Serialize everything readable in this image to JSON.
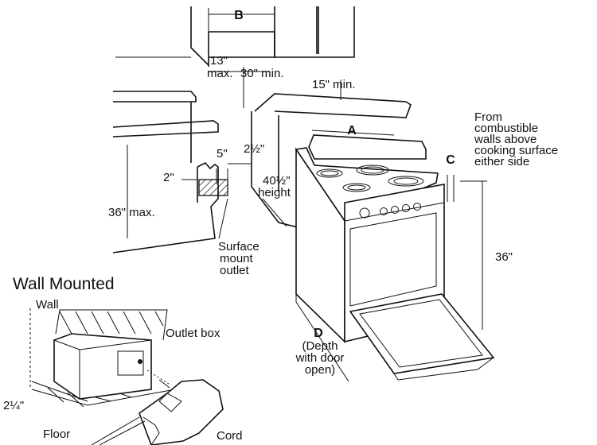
{
  "labels": {
    "dim_b": "B",
    "max13_a": "13\"",
    "max13_b": "max.",
    "min30": "30\" min.",
    "min15": "15\" min.",
    "dim_a": "A",
    "from_1": "From",
    "from_2": "combustible",
    "from_3": "walls above",
    "from_4": "cooking surface",
    "from_5": "either side",
    "dim_c": "C",
    "in5": "5\"",
    "in2_5": "2½\"",
    "in2": "2\"",
    "h40_a": "40½\"",
    "h40_b": "height",
    "max36": "36\" max.",
    "in36": "36\"",
    "outlet_1": "Surface",
    "outlet_2": "mount",
    "outlet_3": "outlet",
    "wall_mounted": "Wall Mounted",
    "wall": "Wall",
    "outlet_box": "Outlet box",
    "dim_d": "D",
    "depth_1": "(Depth",
    "depth_2": "with door",
    "depth_3": "open)",
    "in2_25": "2¼\"",
    "floor": "Floor",
    "cord": "Cord"
  }
}
